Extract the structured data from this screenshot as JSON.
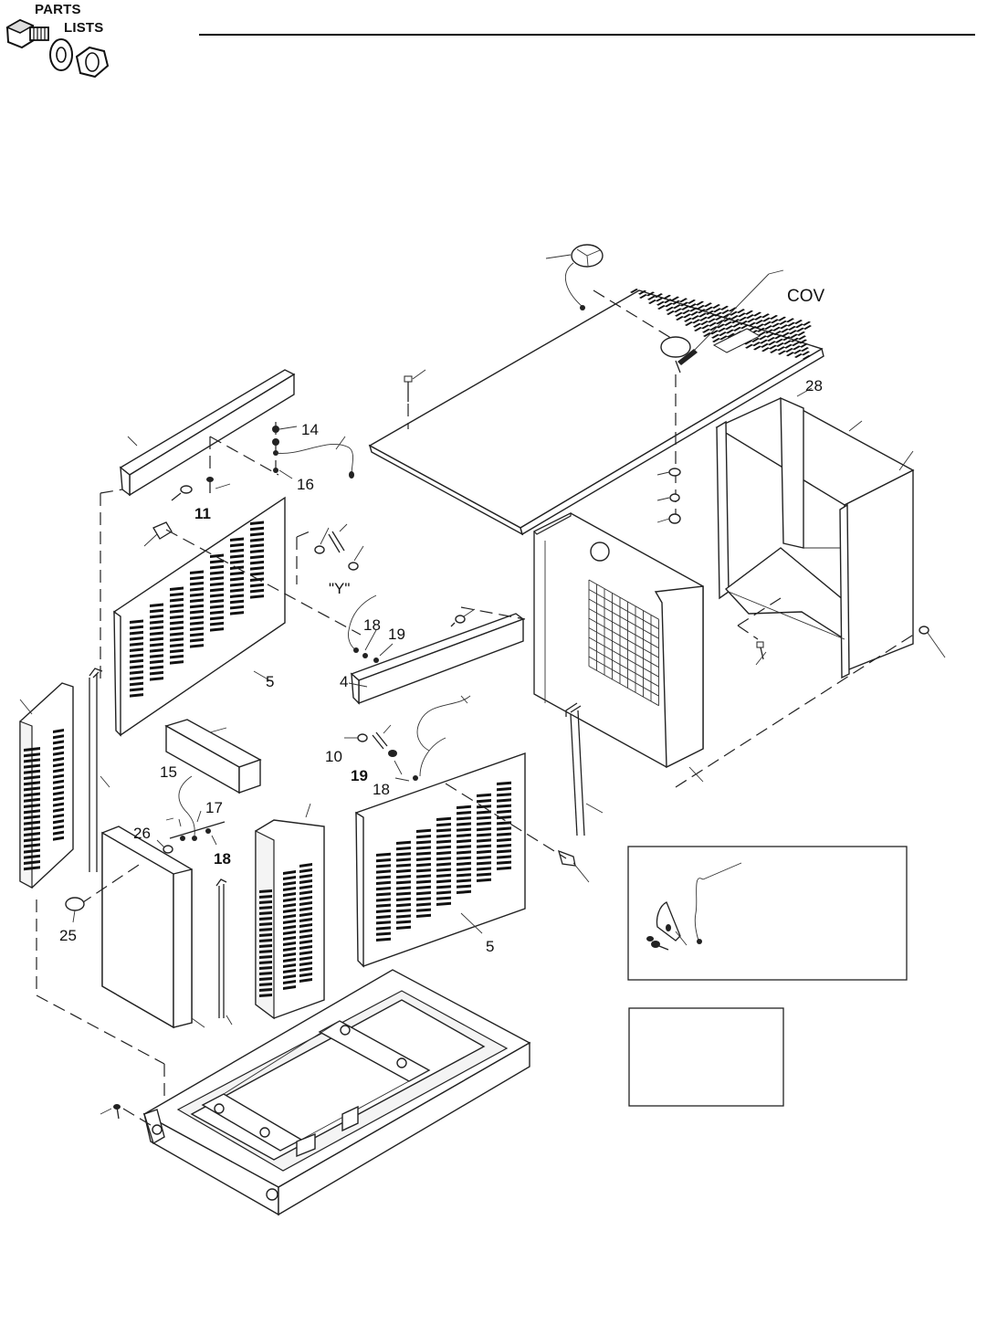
{
  "header": {
    "logo_text_1": "PARTS",
    "logo_text_2": "LISTS"
  },
  "diagram": {
    "callouts": {
      "c14": "14",
      "c16": "16",
      "c11": "11",
      "cY": "\"Y\"",
      "c18a": "18",
      "c19a": "19",
      "c4": "4",
      "c5a": "5",
      "c10": "10",
      "c19b": "19",
      "c18b": "18",
      "c15": "15",
      "c17": "17",
      "c26": "26",
      "c18c": "18",
      "c25": "25",
      "c5b": "5",
      "c28": "28",
      "cCOV": "COV"
    }
  },
  "colors": {
    "ink": "#111111",
    "paper": "#ffffff"
  }
}
